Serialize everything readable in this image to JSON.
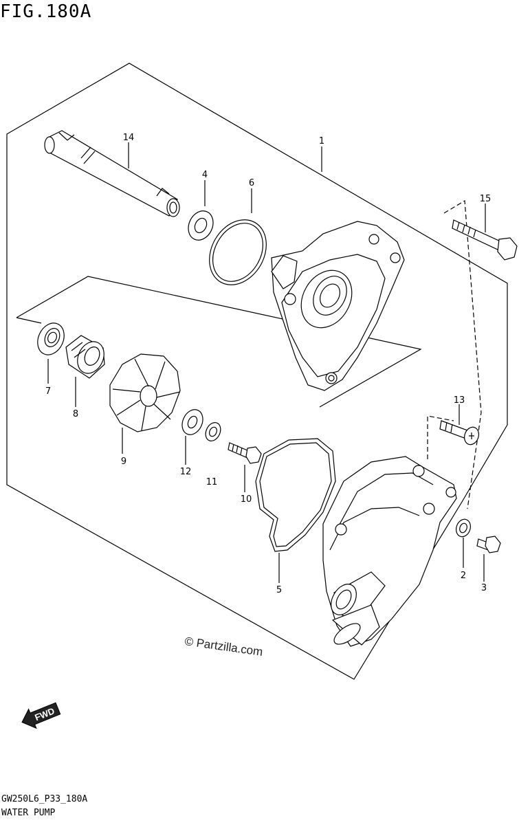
{
  "figure": {
    "title": "FIG.180A",
    "code": "GW250L6_P33_180A",
    "name": "WATER PUMP",
    "copyright": "© Partzilla.com",
    "fwd_label": "FWD"
  },
  "callouts": [
    {
      "id": "c1",
      "label": "1"
    },
    {
      "id": "c2",
      "label": "2"
    },
    {
      "id": "c3",
      "label": "3"
    },
    {
      "id": "c4",
      "label": "4"
    },
    {
      "id": "c5",
      "label": "5"
    },
    {
      "id": "c6",
      "label": "6"
    },
    {
      "id": "c7",
      "label": "7"
    },
    {
      "id": "c8",
      "label": "8"
    },
    {
      "id": "c9",
      "label": "9"
    },
    {
      "id": "c10",
      "label": "10"
    },
    {
      "id": "c11",
      "label": "11"
    },
    {
      "id": "c12",
      "label": "12"
    },
    {
      "id": "c13",
      "label": "13"
    },
    {
      "id": "c14",
      "label": "14"
    },
    {
      "id": "c15",
      "label": "15"
    }
  ]
}
